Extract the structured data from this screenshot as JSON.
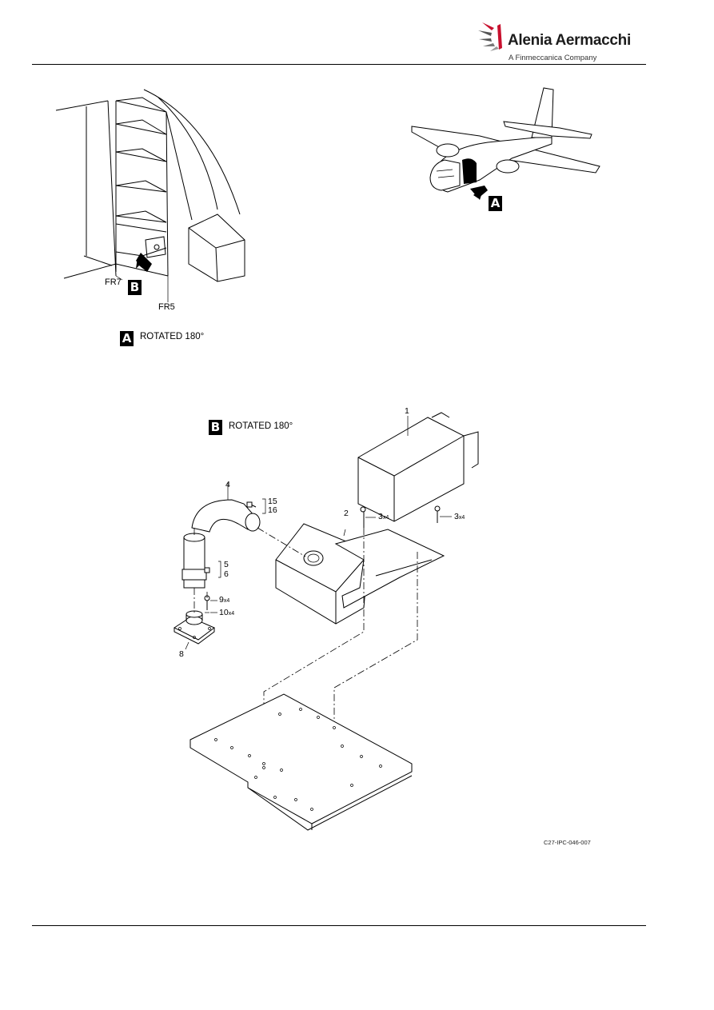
{
  "header": {
    "brand_name": "Alenia Aermacchi",
    "brand_tagline": "A Finmeccanica Company",
    "logo_icon": "alenia-swoosh-logo-icon"
  },
  "view_a": {
    "tag": "A",
    "caption": "ROTATED 180°",
    "frame_labels": [
      "FR7",
      "FR5"
    ],
    "view_b_tag": "B"
  },
  "aircraft_view": {
    "tag": "A"
  },
  "view_b": {
    "tag": "B",
    "caption": "ROTATED 180°",
    "items": [
      {
        "number": "1",
        "qty": ""
      },
      {
        "number": "2",
        "qty": ""
      },
      {
        "number": "3",
        "qty": "x4"
      },
      {
        "number": "3",
        "qty": "x4"
      },
      {
        "number": "4",
        "qty": ""
      },
      {
        "number": "5",
        "qty": ""
      },
      {
        "number": "6",
        "qty": ""
      },
      {
        "number": "8",
        "qty": ""
      },
      {
        "number": "9",
        "qty": "x4"
      },
      {
        "number": "10",
        "qty": "x4"
      },
      {
        "number": "15",
        "qty": ""
      },
      {
        "number": "16",
        "qty": ""
      }
    ]
  },
  "figure_ref": "C27-IPC-046-007"
}
